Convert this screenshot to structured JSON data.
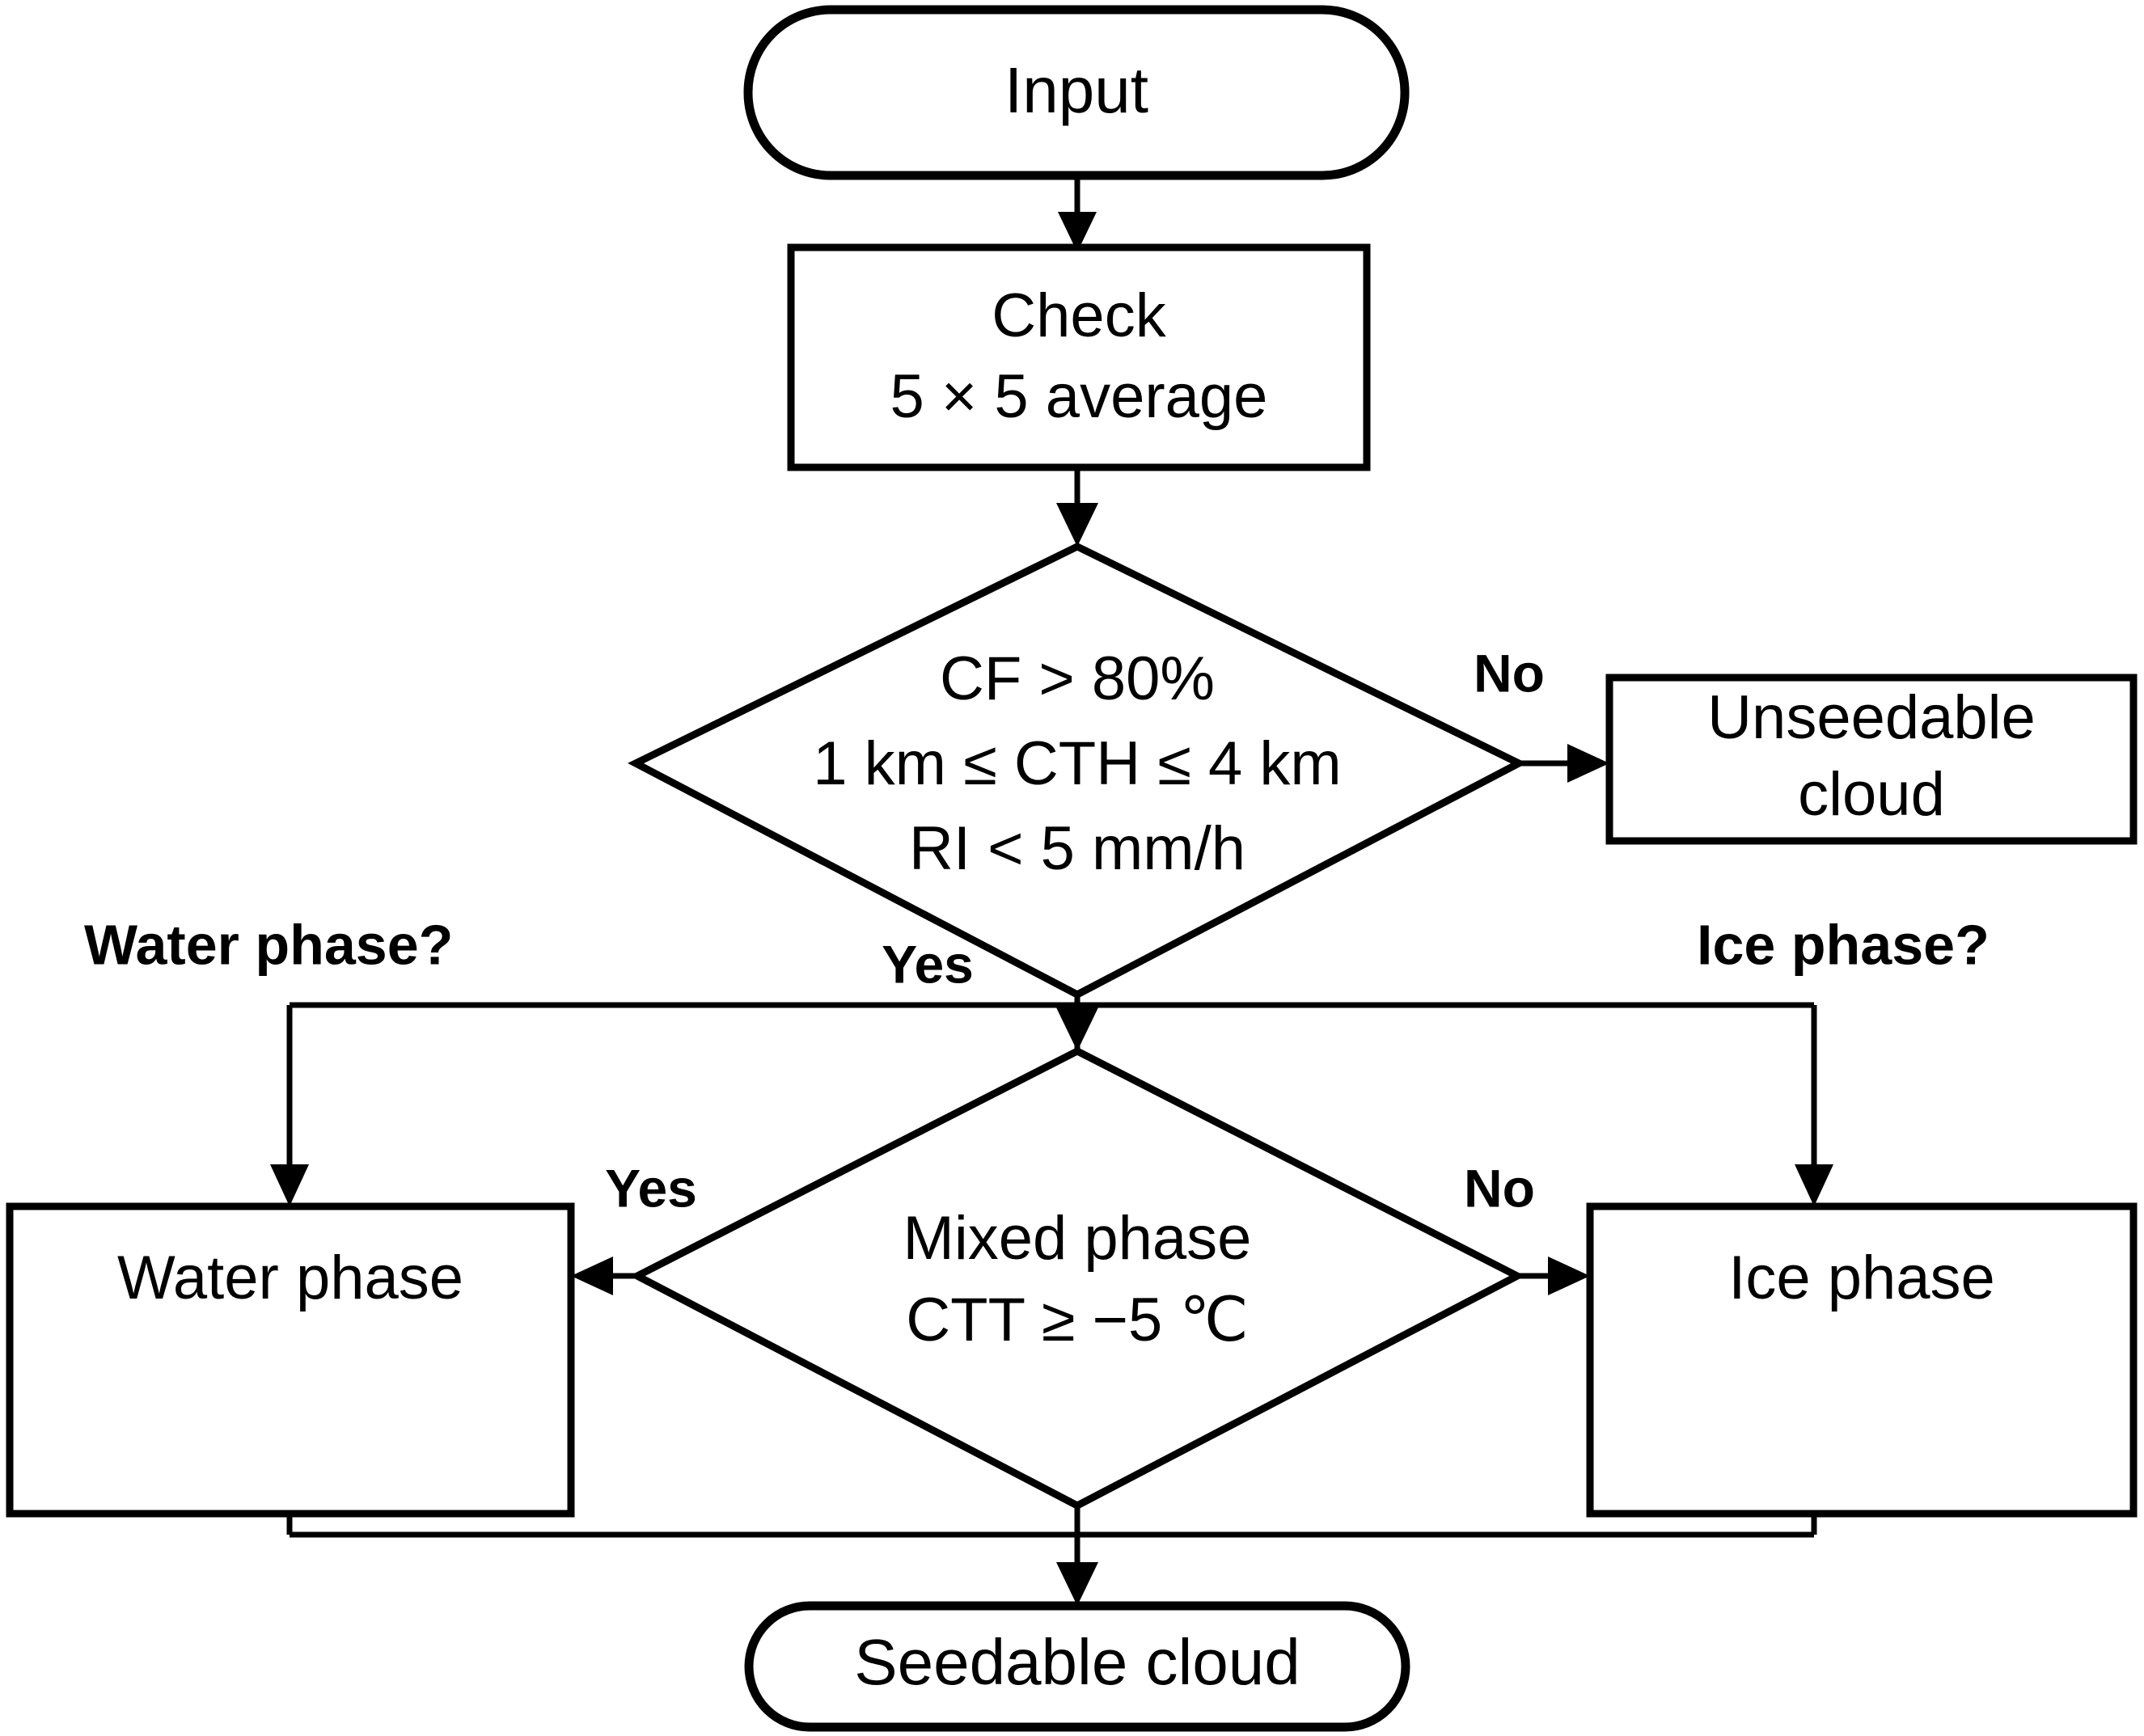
{
  "diagram": {
    "title": "Cloud seedability decision flowchart",
    "type": "flowchart",
    "background_color": "#ffffff",
    "line_color": "#000000",
    "text_color": "#000000"
  },
  "nodes": {
    "input": {
      "shape": "terminator",
      "label": "Input"
    },
    "check": {
      "shape": "process",
      "line1": "Check",
      "line2": "5 × 5 average"
    },
    "criteria": {
      "shape": "decision",
      "line1": "CF > 80%",
      "line2": "1 km ≤ CTH ≤ 4 km",
      "line3": "RI < 5 mm/h"
    },
    "unseedable": {
      "shape": "process",
      "line1": "Unseedable",
      "line2": "cloud"
    },
    "mixed": {
      "shape": "decision",
      "line1": "Mixed phase",
      "line2": "CTT ≥ −5 ℃"
    },
    "water_phase": {
      "shape": "process",
      "label": "Water phase"
    },
    "ice_phase": {
      "shape": "process",
      "label": "Ice phase"
    },
    "seedable": {
      "shape": "terminator",
      "label": "Seedable cloud"
    }
  },
  "edge_labels": {
    "criteria_no": "No",
    "criteria_yes": "Yes",
    "water_branch": "Water phase?",
    "ice_branch": "Ice phase?",
    "mixed_yes": "Yes",
    "mixed_no": "No"
  }
}
